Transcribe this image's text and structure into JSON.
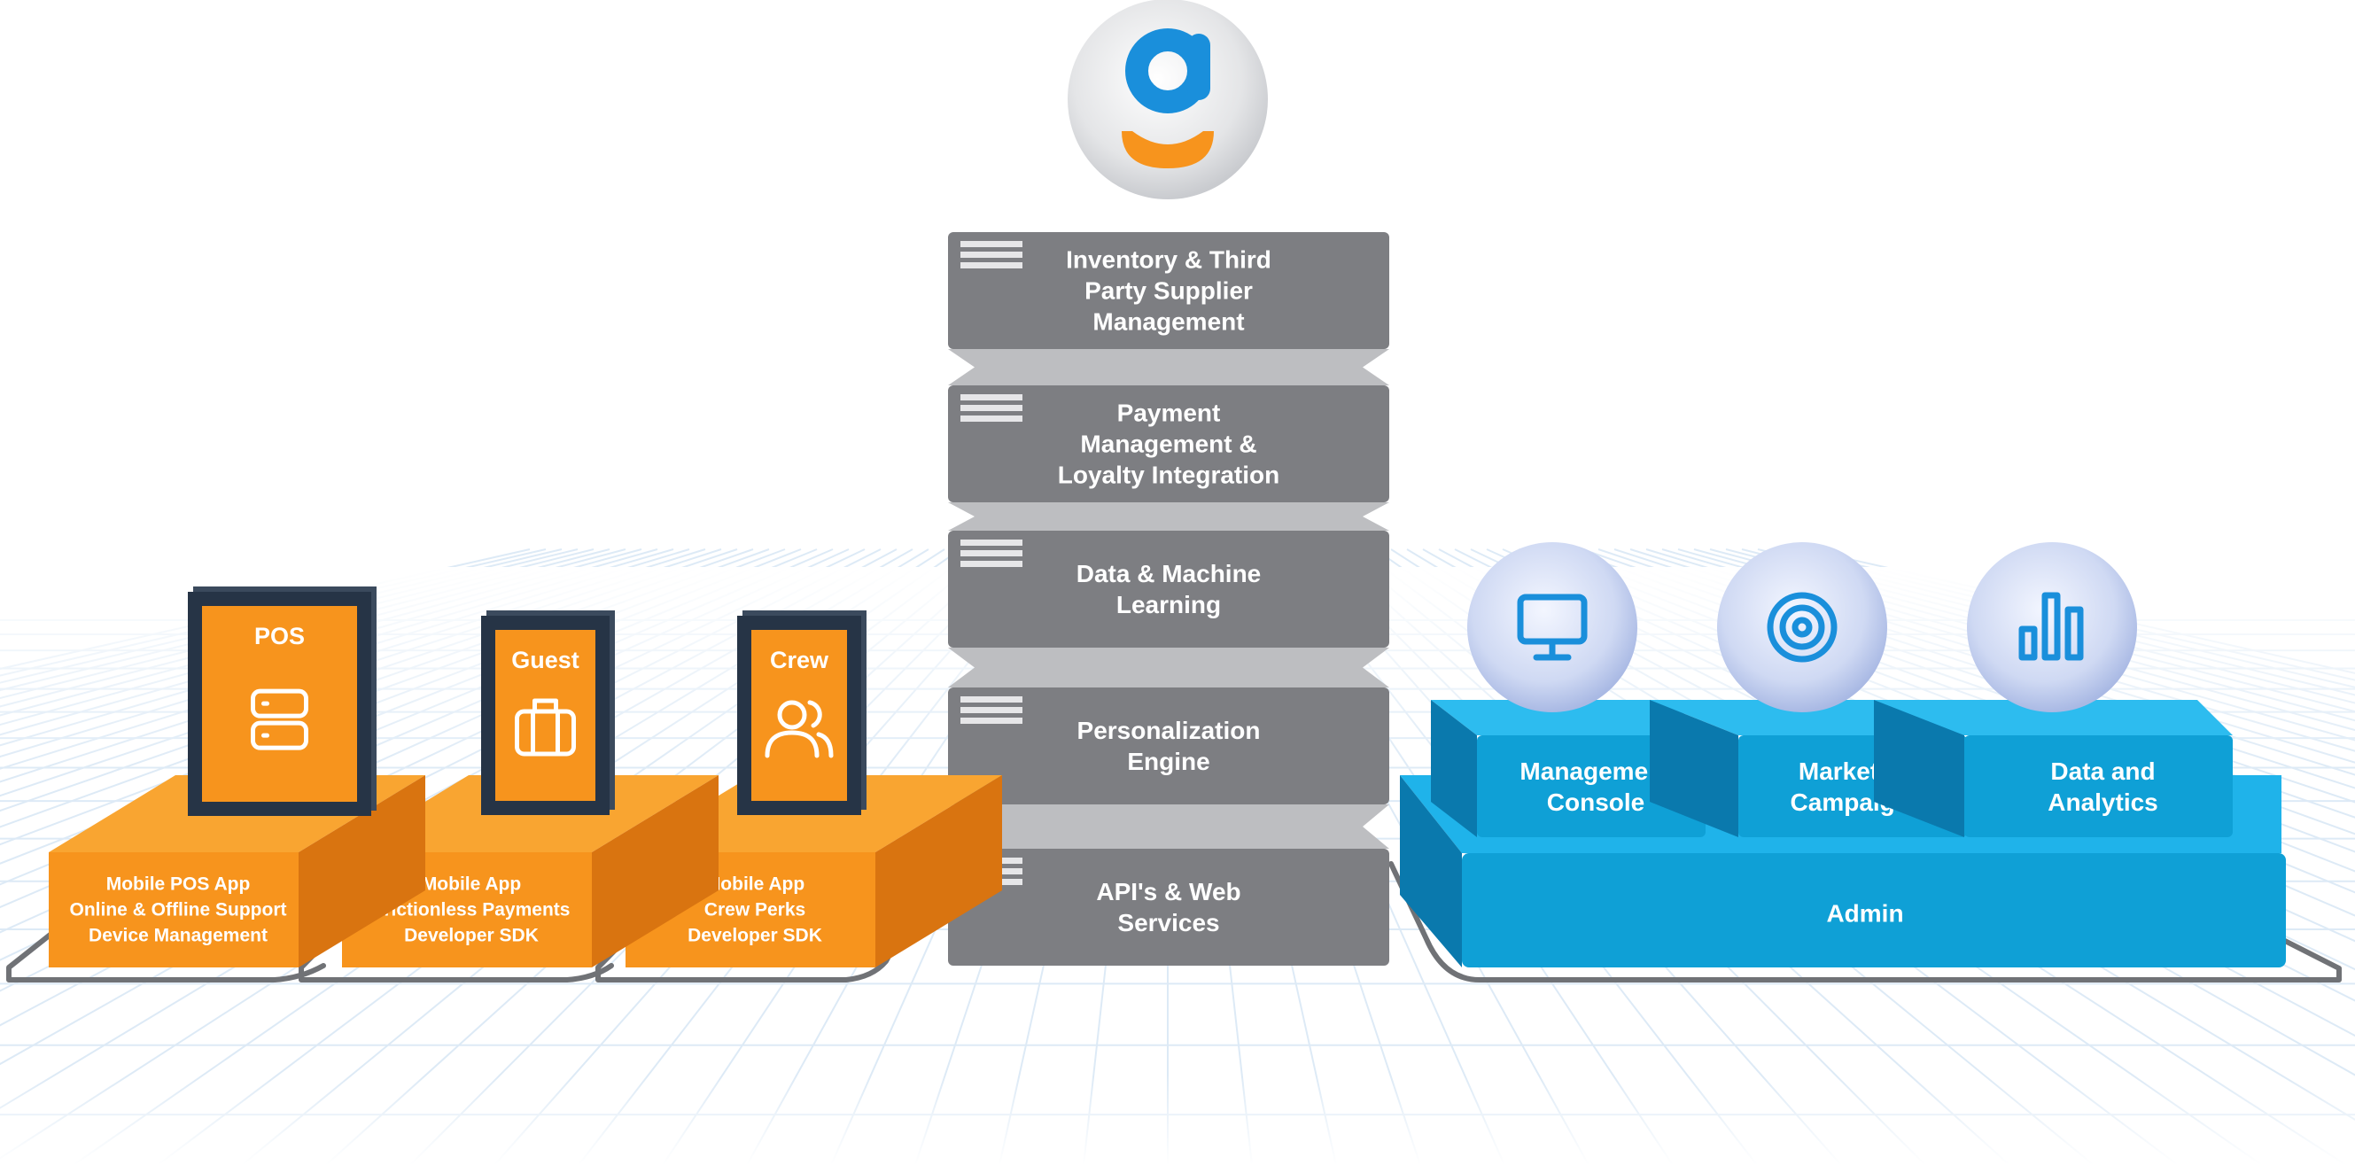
{
  "logo": {
    "icon": "g-logo",
    "colors": {
      "blue": "#1a8fdb",
      "orange": "#f7941d"
    }
  },
  "stack": {
    "layers": [
      {
        "lines": [
          "Inventory & Third",
          "Party Supplier",
          "Management"
        ]
      },
      {
        "lines": [
          "Payment",
          "Management &",
          "Loyalty Integration"
        ]
      },
      {
        "lines": [
          "Data & Machine",
          "Learning"
        ]
      },
      {
        "lines": [
          "Personalization",
          "Engine"
        ]
      },
      {
        "lines": [
          "API's & Web",
          "Services"
        ]
      }
    ],
    "color": "#7d7e82"
  },
  "apps": [
    {
      "title": "POS",
      "icon": "server-icon",
      "lines": [
        "Mobile POS App",
        "Online & Offline Support",
        "Device Management"
      ]
    },
    {
      "title": "Guest",
      "icon": "briefcase-icon",
      "lines": [
        "Mobile App",
        "Frictionless Payments",
        "Developer SDK"
      ]
    },
    {
      "title": "Crew",
      "icon": "users-icon",
      "lines": [
        "Mobile App",
        "Crew Perks",
        "Developer SDK"
      ]
    }
  ],
  "admin": {
    "base_label": "Admin",
    "modules": [
      {
        "lines": [
          "Management",
          "Console"
        ],
        "icon": "monitor-icon"
      },
      {
        "lines": [
          "Marketing",
          "Campaigns"
        ],
        "icon": "target-icon"
      },
      {
        "lines": [
          "Data and",
          "Analytics"
        ],
        "icon": "bar-chart-icon"
      }
    ],
    "color": "#0fa0d6"
  },
  "colors": {
    "orange": "#f7941d",
    "orange_dark": "#d97410",
    "device_frame": "#263446",
    "blue_dark": "#0a79ad"
  }
}
